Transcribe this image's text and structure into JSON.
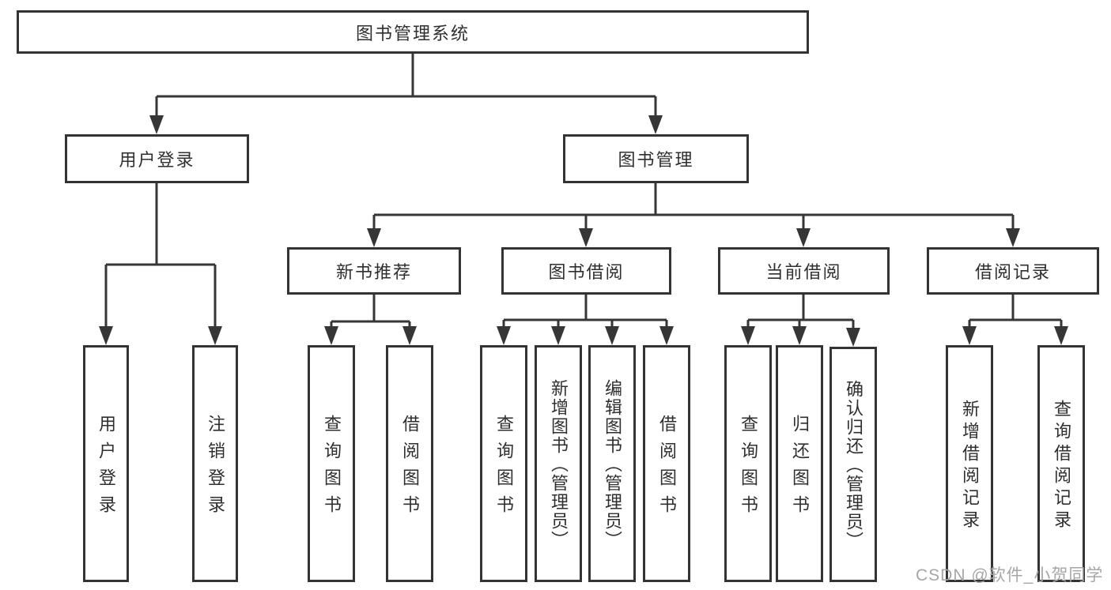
{
  "tree": {
    "root": {
      "label": "图书管理系统",
      "children": [
        {
          "label": "用户登录",
          "children": [
            {
              "label": "用户登录"
            },
            {
              "label": "注销登录"
            }
          ]
        },
        {
          "label": "图书管理",
          "children": [
            {
              "label": "新书推荐",
              "children": [
                {
                  "label": "查询图书"
                },
                {
                  "label": "借阅图书"
                }
              ]
            },
            {
              "label": "图书借阅",
              "children": [
                {
                  "label": "查询图书"
                },
                {
                  "label": "新增图书（管理员）"
                },
                {
                  "label": "编辑图书（管理员）"
                },
                {
                  "label": "借阅图书"
                }
              ]
            },
            {
              "label": "当前借阅",
              "children": [
                {
                  "label": "查询图书"
                },
                {
                  "label": "归还图书"
                },
                {
                  "label": "确认归还（管理员）"
                }
              ]
            },
            {
              "label": "借阅记录",
              "children": [
                {
                  "label": "新增借阅记录"
                },
                {
                  "label": "查询借阅记录"
                }
              ]
            }
          ]
        }
      ]
    }
  },
  "watermark": {
    "text": "CSDN @软件_小贺同学"
  },
  "colors": {
    "line": "#363636",
    "box_border": "#333333",
    "box_fill": "#ffffff",
    "text": "#2f2f2f",
    "background": "#ffffff",
    "watermark": "#a6a6a6"
  }
}
